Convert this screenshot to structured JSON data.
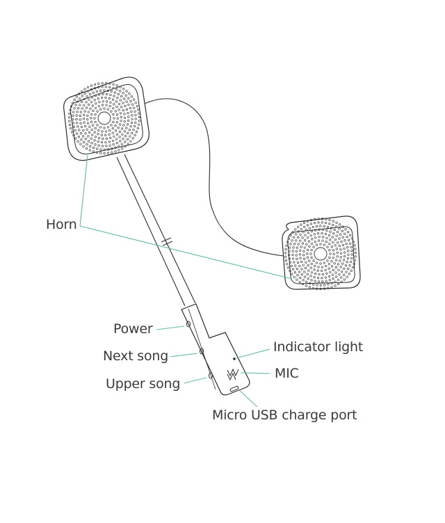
{
  "labels": {
    "horn": "Horn",
    "power": "Power",
    "next_song": "Next song",
    "upper_song": "Upper song",
    "indicator_light": "Indicator light",
    "mic": "MIC",
    "usb_port": "Micro USB charge port"
  },
  "colors": {
    "outline": "#2a2a2a",
    "leader": "#5fb9a6",
    "text": "#3a3a3a",
    "background": "#ffffff"
  }
}
